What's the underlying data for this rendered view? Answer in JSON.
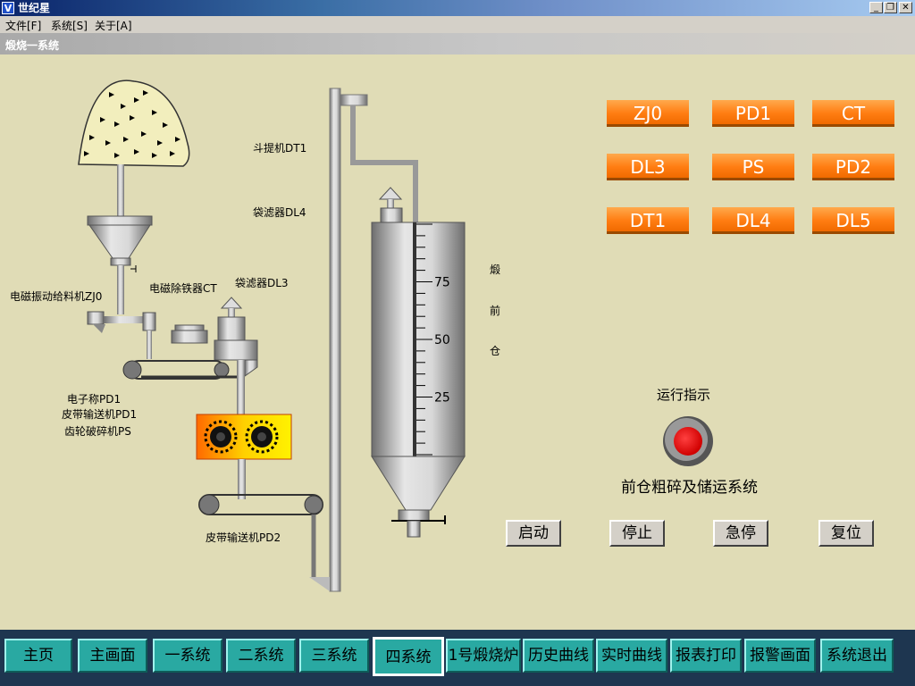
{
  "window": {
    "title": "世纪星",
    "logo": "V"
  },
  "menu": [
    "文件[F]",
    "系统[S]",
    "关于[A]"
  ],
  "screen_title": "煅烧一系统",
  "labels": {
    "dt1": "斗提机DT1",
    "dl4": "袋滤器DL4",
    "dl3": "袋滤器DL3",
    "zj0": "电磁振动给料机ZJ0",
    "ct": "电磁除铁器CT",
    "pd1_scale": "电子称PD1",
    "pd1_belt": "皮带输送机PD1",
    "ps": "齿轮破碎机PS",
    "pd2": "皮带输送机PD2",
    "silo_chars": [
      "煅",
      "前",
      "仓"
    ],
    "run_indicator": "运行指示",
    "system_name": "前仓粗碎及储运系统"
  },
  "silo_scale": {
    "max": 100,
    "ticks": [
      "75",
      "50",
      "25"
    ]
  },
  "device_tags": [
    "ZJ0",
    "PD1",
    "CT",
    "DL3",
    "PS",
    "PD2",
    "DT1",
    "DL4",
    "DL5"
  ],
  "controls": [
    "启动",
    "停止",
    "急停",
    "复位"
  ],
  "nav": [
    "主页",
    "主画面",
    "一系统",
    "二系统",
    "三系统",
    "四系统",
    "1号煅烧炉",
    "历史曲线",
    "实时曲线",
    "报表打印",
    "报警画面",
    "系统退出"
  ],
  "nav_active_index": 5,
  "colors": {
    "tag": "#ff7d12",
    "panel": "#e0dcb6",
    "nav": "#29a9a2",
    "indicator": "#ff0000"
  }
}
